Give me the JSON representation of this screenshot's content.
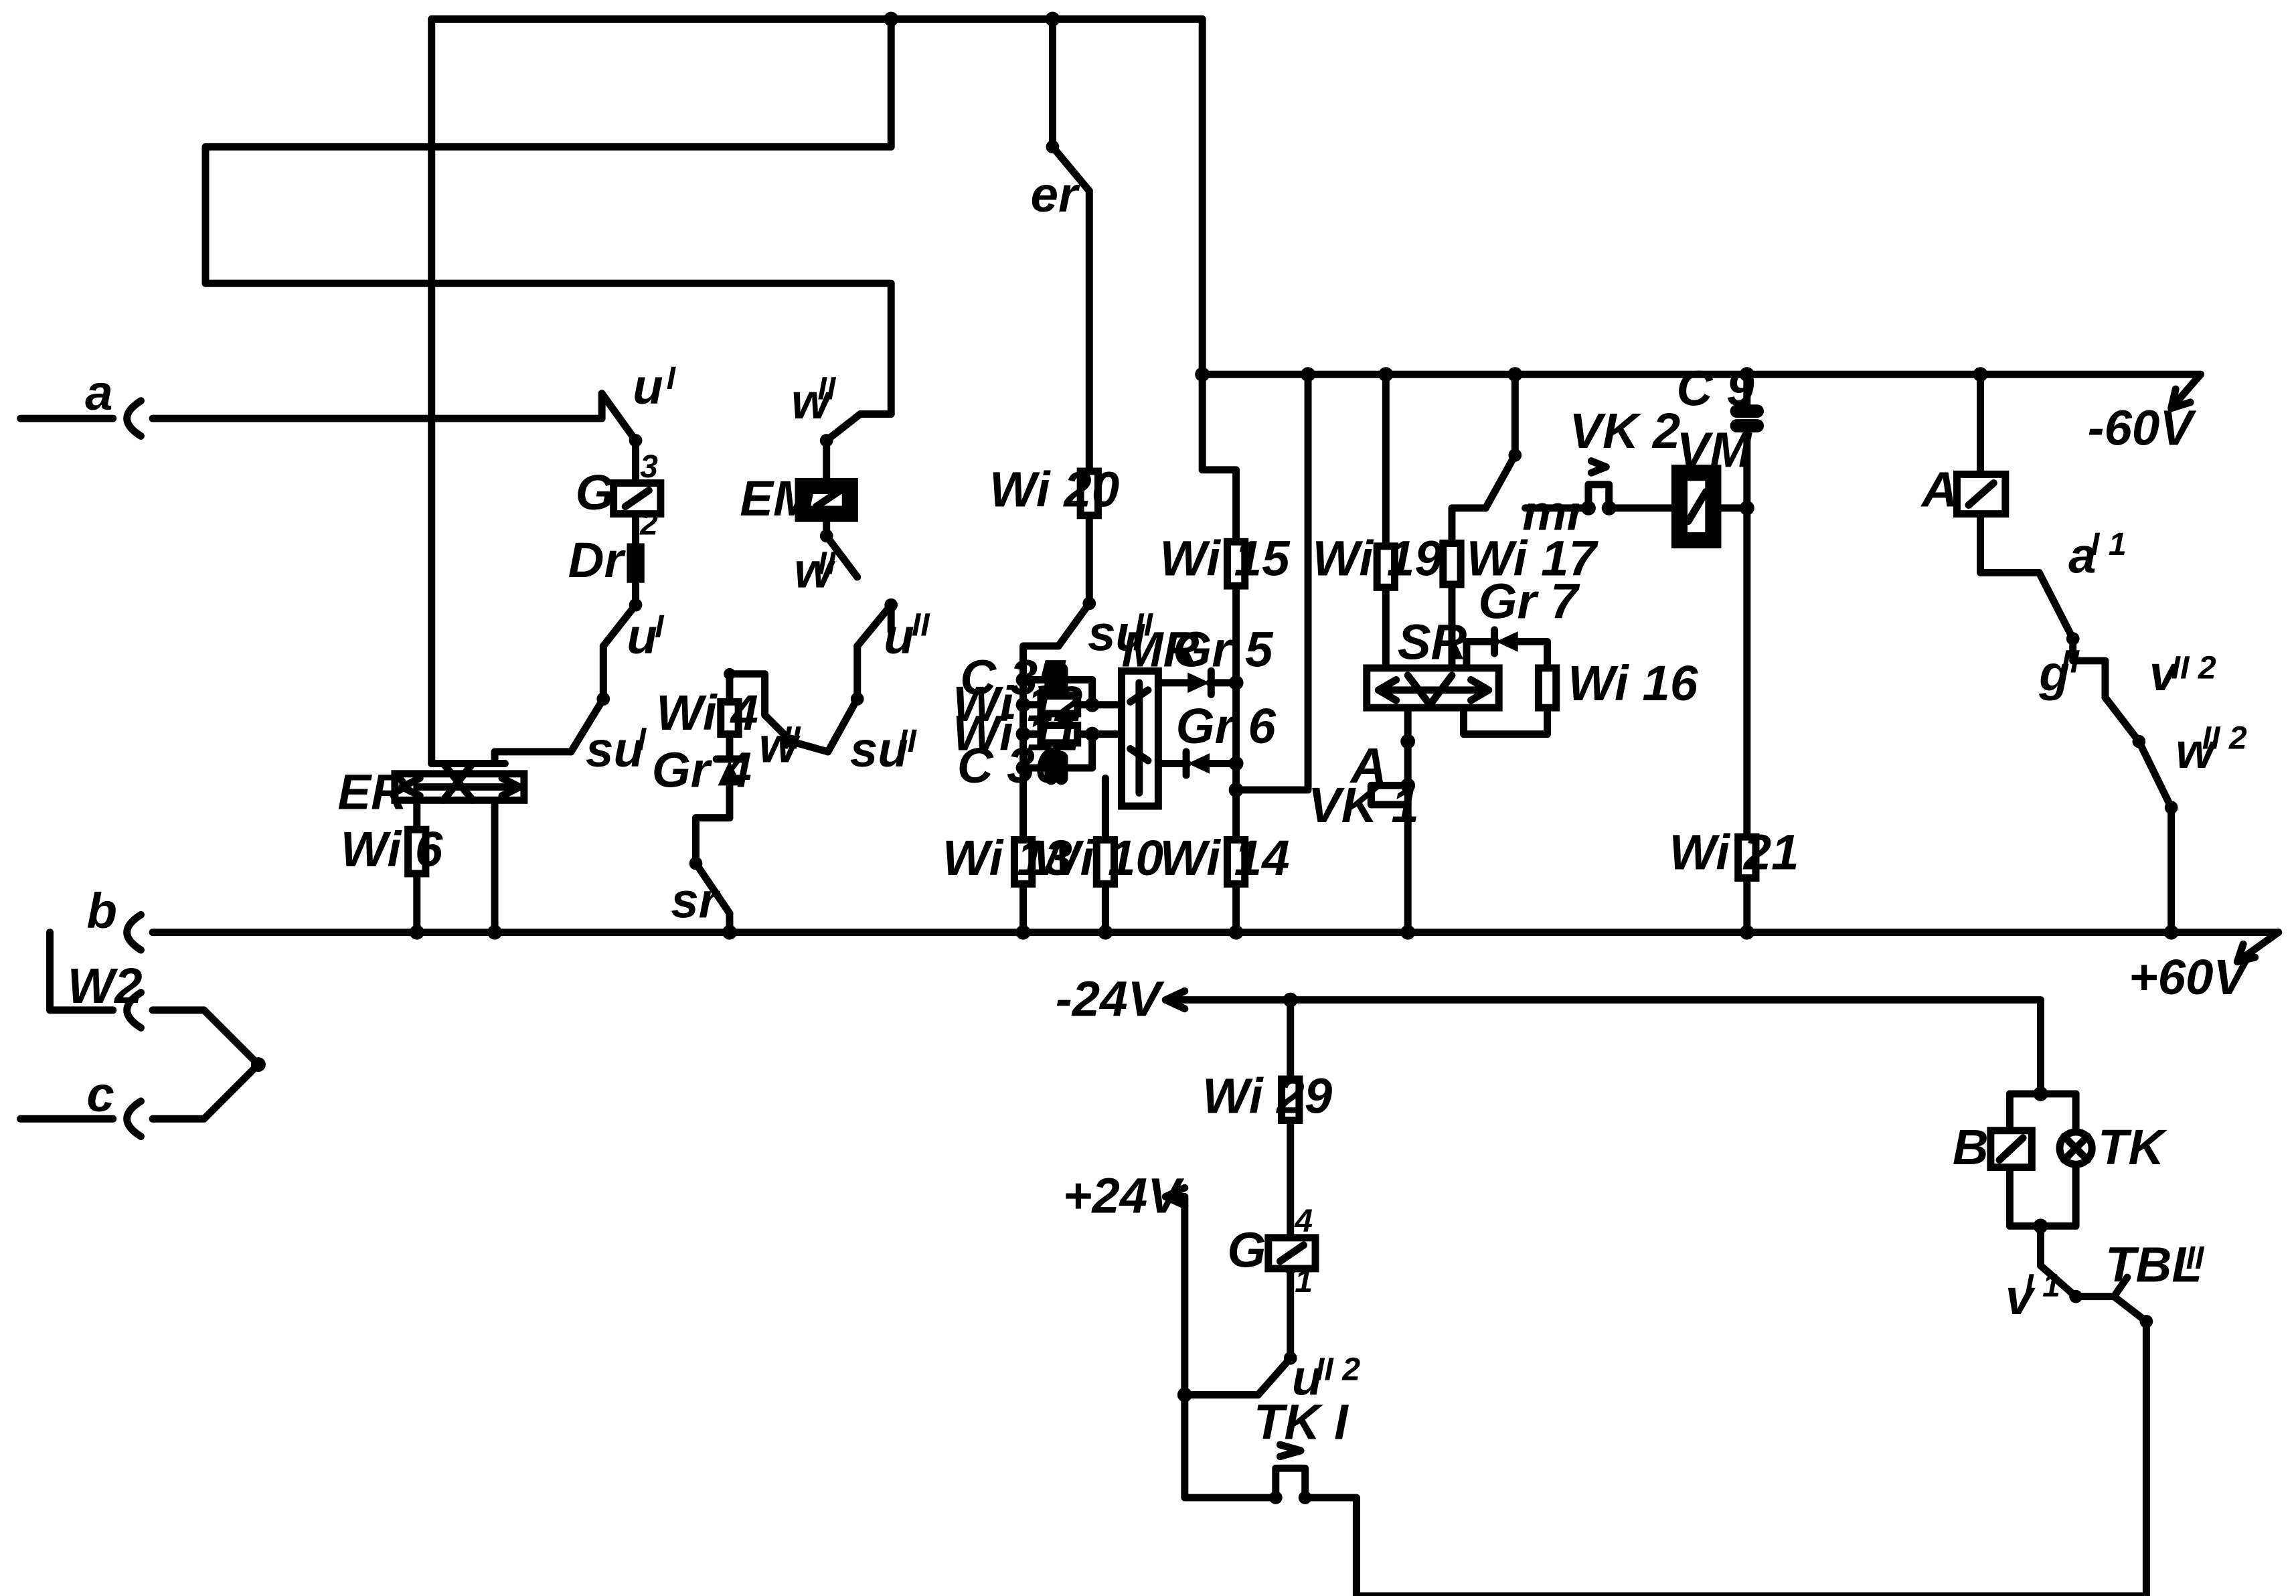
{
  "terminals": {
    "a": "a",
    "b": "b",
    "w2": "W2",
    "c": "c"
  },
  "rails": {
    "neg60": "-60V",
    "pos60": "+60V",
    "neg24": "-24V",
    "pos24": "+24V"
  },
  "relays": {
    "g": "G",
    "g_pin3": "3",
    "g_pin2": "2",
    "em": "EM",
    "er": "ER",
    "mr": "MR",
    "sr": "SR",
    "vm": "VM",
    "a": "A",
    "b": "B",
    "g2": "G",
    "g2_pin4": "4",
    "g2_pin1": "1"
  },
  "resistors": {
    "wi6": "Wi 6",
    "wi4": "Wi 4",
    "wi20": "Wi 20",
    "wi12": "Wi 12",
    "wi11": "Wi 11",
    "wi13": "Wi 13",
    "wi10": "Wi 10",
    "wi15": "Wi 15",
    "wi14": "Wi 14",
    "wi19": "Wi 19",
    "wi17": "Wi 17",
    "wi16": "Wi 16",
    "wi21": "Wi 21",
    "wi29": "Wi 29"
  },
  "diodes": {
    "gr4": "Gr 4",
    "gr5": "Gr 5",
    "gr6": "Gr 6",
    "gr7": "Gr 7"
  },
  "capacitors": {
    "c35": "C 35",
    "c36": "C 36",
    "c9": "C 9"
  },
  "inductors": {
    "dr": "Dr"
  },
  "contacts": {
    "u1_top": "u",
    "u1_top_sup": "I",
    "u1_mid": "u",
    "u1_mid_sup": "I",
    "su1": "su",
    "su1_sup": "I",
    "w2_top": "w",
    "w2_top_sup": "II",
    "w2_mid": "w",
    "w2_mid_sup": "II",
    "u2": "u",
    "u2_sup": "II",
    "w2_low": "w",
    "w2_low_sup": "II",
    "su2_low": "su",
    "su2_low_sup": "II",
    "sr": "sr",
    "er": "er",
    "su2_mid": "su",
    "su2_mid_sup": "II",
    "mr": "mr",
    "a1": "a",
    "a1_sup": "I 1",
    "g2c": "g",
    "g2c_sup": "II",
    "v2_top": "v",
    "v2_top_sup": "II 2",
    "w22": "w",
    "w22_sup": "II 2",
    "u22": "u",
    "u22_sup": "II 2",
    "v1": "v",
    "v1_sup": "I 1",
    "tbl": "TBL",
    "tbl_sup": "II"
  },
  "keys": {
    "vk1": "VK 1",
    "vk1_a": "A",
    "vk2": "VK 2",
    "tki": "TK I"
  },
  "lamps": {
    "tk": "TK"
  },
  "icons": [
    "plug-socket-icon",
    "relay-coil-icon",
    "resistor-icon",
    "diode-icon",
    "capacitor-icon",
    "switch-contact-icon",
    "lamp-icon",
    "push-key-icon",
    "arrow-icon"
  ]
}
